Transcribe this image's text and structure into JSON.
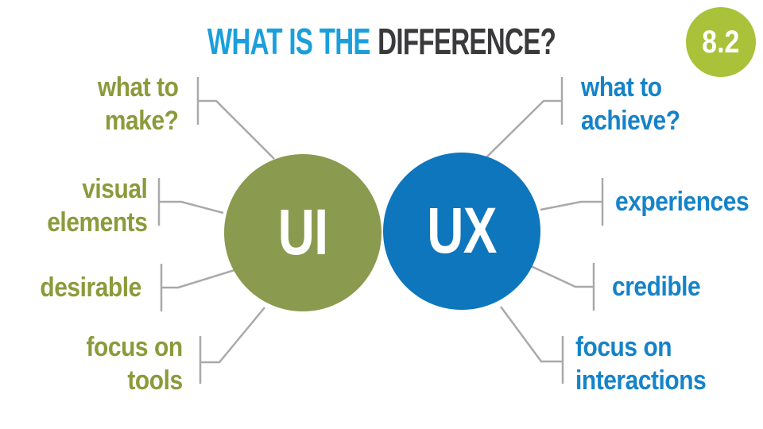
{
  "title": {
    "highlight": "WHAT IS THE",
    "rest": "DIFFERENCE?"
  },
  "badge": {
    "label": "8.2"
  },
  "diagram": {
    "ui": {
      "circle_label": "UI",
      "labels": [
        "what to\nmake?",
        "visual\nelements",
        "desirable",
        "focus on\ntools"
      ]
    },
    "ux": {
      "circle_label": "UX",
      "labels": [
        "what to\nachieve?",
        "experiences",
        "credible",
        "focus on\ninteractions"
      ]
    }
  },
  "colors": {
    "ui_circle": "#8a9a4e",
    "ui_label_text": "#8c9a3b",
    "ux_circle": "#0e76bc",
    "ux_label_text": "#1583c9",
    "title_highlight": "#1b9fdb",
    "title_rest": "#3a3a3c",
    "badge_background": "#a9c23a",
    "connector_gray": "#a9a9a9",
    "background": "#ffffff"
  }
}
